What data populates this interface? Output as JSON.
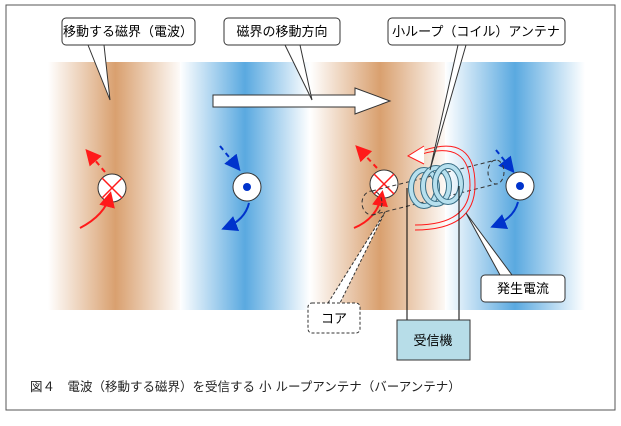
{
  "labels": {
    "moving_field": "移動する磁界（電波）",
    "field_direction": "磁界の移動方向",
    "small_loop": "小ループ（コイル）アンテナ",
    "induced_current": "発生電流",
    "core": "コア",
    "receiver": "受信機"
  },
  "caption": "図４　電波（移動する磁界）を受信する 小 ループアンテナ（バーアンテナ）",
  "colors": {
    "orange_band": "#d9a06f",
    "blue_band": "#5aa9e0",
    "red": "#ff1a1a",
    "blue": "#0033cc",
    "coil": "#b7e0ee"
  }
}
